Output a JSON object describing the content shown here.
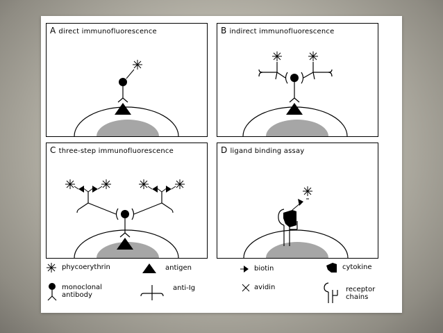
{
  "panels": {
    "a": {
      "letter": "A",
      "title": "direct  immunofluorescence"
    },
    "b": {
      "letter": "B",
      "title": "indirect immunofluorescence"
    },
    "c": {
      "letter": "C",
      "title": "three-step immunofluorescence"
    },
    "d": {
      "letter": "D",
      "title": "ligand binding assay"
    }
  },
  "legend": {
    "phycoerythrin": "phycoerythrin",
    "antigen": "antigen",
    "biotin": "biotin",
    "cytokine": "cytokine",
    "monoclonal_line1": "monoclonal",
    "monoclonal_line2": "antibody",
    "anti_ig": "anti-Ig",
    "avidin": "avidin",
    "receptor_line1": "receptor",
    "receptor_line2": "chains"
  }
}
